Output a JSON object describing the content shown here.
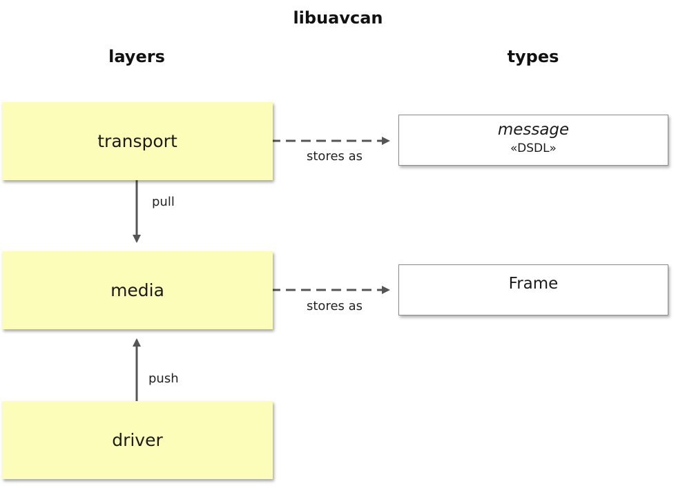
{
  "title": "libuavcan",
  "columns": {
    "layers": "layers",
    "types": "types"
  },
  "layers": [
    {
      "label": "transport"
    },
    {
      "label": "media"
    },
    {
      "label": "driver"
    }
  ],
  "types": [
    {
      "label": "message",
      "stereotype": "«DSDL»"
    },
    {
      "label": "Frame"
    }
  ],
  "edges": {
    "pull": "pull",
    "push": "push",
    "stores_as_1": "stores as",
    "stores_as_2": "stores as"
  },
  "colors": {
    "layer_fill": "#fdfdba",
    "arrow": "#555555"
  }
}
